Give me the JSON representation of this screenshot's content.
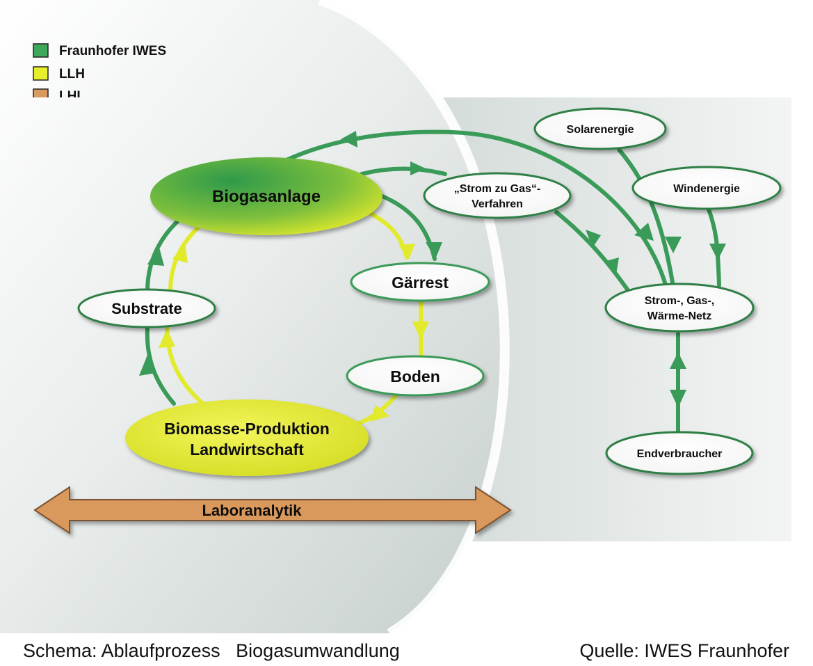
{
  "legend": [
    {
      "label": "Fraunhofer IWES",
      "color": "#3ea85a"
    },
    {
      "label": "LLH",
      "color": "#e6f02a"
    },
    {
      "label": "LHL",
      "color": "#d99a62"
    }
  ],
  "nodes": {
    "biogasanlage": "Biogasanlage",
    "gaerrest": "Gärrest",
    "boden": "Boden",
    "substrate": "Substrate",
    "biomasse_line1": "Biomasse-Produktion",
    "biomasse_line2": "Landwirtschaft",
    "strom_zu_gas_line1": "„Strom zu Gas“-",
    "strom_zu_gas_line2": "Verfahren",
    "solarenergie": "Solarenergie",
    "windenergie": "Windenergie",
    "netz_line1": "Strom-, Gas-,",
    "netz_line2": "Wärme-Netz",
    "endverbraucher": "Endverbraucher"
  },
  "laboranalytik": "Laboranalytik",
  "caption": {
    "left": "Schema: Ablaufprozess   Biogasumwandlung",
    "right": "Quelle: IWES Fraunhofer"
  },
  "colors": {
    "green_arrow": "#3a9a58",
    "yellow_arrow": "#e2ea2c",
    "node_border": "#2f7f45",
    "lab_arrow": "#d9985c"
  }
}
